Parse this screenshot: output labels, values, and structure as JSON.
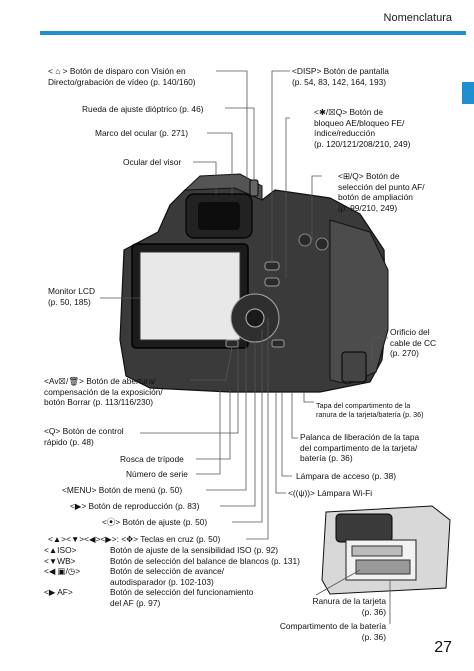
{
  "header": {
    "section_title": "Nomenclatura"
  },
  "page_number": "27",
  "colors": {
    "accent": "#1e8fd0",
    "camera_dark": "#2b2b2b",
    "camera_mid": "#5a5a5a"
  },
  "callouts": {
    "shutter": {
      "line1": "< ⌂ > Botón de disparo con Visión en",
      "line2": "Directo/grabación de vídeo (p. 140/160)"
    },
    "diopter": {
      "line1": "Rueda de ajuste dióptrico (p. 46)"
    },
    "eyecup": {
      "line1": "Marco del ocular (p. 271)"
    },
    "viewfinder": {
      "line1": "Ocular del visor"
    },
    "lcd": {
      "line1": "Monitor LCD",
      "line2": "(p. 50, 185)"
    },
    "aperture": {
      "line1": "<Av☒/🗑> Botón de abertura/",
      "line2": "compensación de la exposición/",
      "line3": "botón Borrar (p. 113/116/230)"
    },
    "quick": {
      "line1": "<Q> Botón de control",
      "line2": "rápido (p. 48)"
    },
    "tripod": {
      "line1": "Rosca de trípode"
    },
    "serial": {
      "line1": "Número de serie"
    },
    "menu": {
      "line1": "<MENU> Botón de menú (p. 50)"
    },
    "playback": {
      "line1": "<▶> Botón de reproducción (p. 83)"
    },
    "set": {
      "line1": "<⦿> Botón de ajuste (p. 50)"
    },
    "disp": {
      "line1": "<DISP> Botón de pantalla",
      "line2": "(p. 54, 83, 142, 164, 193)"
    },
    "ae_lock": {
      "line1": "<✱/☒Q> Botón de",
      "line2": "bloqueo AE/bloqueo FE/",
      "line3": "índice/reducción",
      "line4": "(p. 120/121/208/210, 249)"
    },
    "af_point": {
      "line1": "<⊞/Q> Botón de",
      "line2": "selección del punto AF/",
      "line3": "botón de ampliación",
      "line4": "(p. 99/210, 249)"
    },
    "dc": {
      "line1": "Orificio del",
      "line2": "cable de CC",
      "line3": "(p. 270)"
    },
    "card_cover": {
      "line1": "Tapa del compartimento de la",
      "line2": "ranura de la tarjeta/batería (p. 36)"
    },
    "release": {
      "line1": "Palanca de liberación de la tapa",
      "line2": "del compartimento de la tarjeta/",
      "line3": "batería (p. 36)"
    },
    "access": {
      "line1": "Lámpara de acceso (p. 38)"
    },
    "wifi": {
      "line1": "<((ψ))> Lámpara Wi-Fi"
    },
    "cross": {
      "line1": "<▲><▼><◀><▶>: <✥> Teclas en cruz (p. 50)"
    },
    "slot": {
      "line1": "Ranura de la tarjeta",
      "line2": "(p. 36)"
    },
    "battery": {
      "line1": "Compartimento de la batería",
      "line2": "(p. 36)"
    }
  },
  "legend": [
    {
      "key": "<▲ISO>",
      "value": "Botón de ajuste de la sensibilidad ISO (p. 92)"
    },
    {
      "key": "<▼WB>",
      "value": "Botón de selección del balance de blancos (p. 131)"
    },
    {
      "key": "<◀ ▣/◷>",
      "value": "Botón de selección de avance/"
    },
    {
      "key": "",
      "value": "autodisparador (p. 102-103)"
    },
    {
      "key": "<▶ AF>",
      "value": "Botón de selección del funcionamiento"
    },
    {
      "key": "",
      "value": "del AF (p. 97)"
    }
  ]
}
